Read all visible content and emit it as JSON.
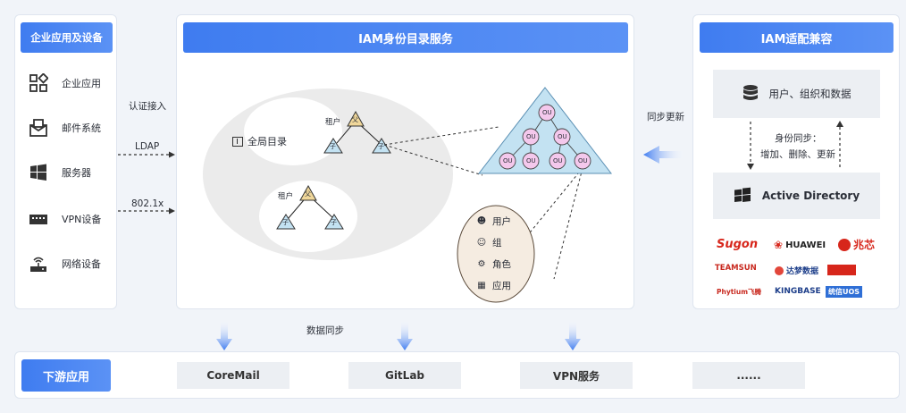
{
  "left_panel": {
    "title": "企业应用及设备",
    "items": [
      {
        "label": "企业应用",
        "icon": "app-grid-icon"
      },
      {
        "label": "邮件系统",
        "icon": "mail-icon"
      },
      {
        "label": "服务器",
        "icon": "windows-icon"
      },
      {
        "label": "VPN设备",
        "icon": "vpn-device-icon"
      },
      {
        "label": "网络设备",
        "icon": "router-icon"
      }
    ]
  },
  "connectors": {
    "auth_label": "认证接入",
    "ldap": "LDAP",
    "dot1x": "802.1x",
    "sync_update": "同步更新",
    "data_sync": "数据同步"
  },
  "center_panel": {
    "title": "IAM身份目录服务",
    "global_dir": "全局目录",
    "tenant_label": "租户",
    "parent_char": "父",
    "child_char": "子",
    "ou": "OU",
    "attributes": [
      "用户",
      "组",
      "角色",
      "应用"
    ]
  },
  "right_panel": {
    "title": "IAM适配兼容",
    "data_box": "用户、组织和数据",
    "sync_line1": "身份同步：",
    "sync_line2": "增加、删除、更新",
    "ad_box": "Active Directory",
    "brands": [
      "Sugon",
      "HUAWEI",
      "兆芯",
      "TEAMSUN",
      "达梦数据",
      "KINGBASE",
      "Phytium飞腾",
      "统信UOS"
    ]
  },
  "bottom": {
    "title": "下游应用",
    "apps": [
      "CoreMail",
      "GitLab",
      "VPN服务",
      "......"
    ]
  },
  "colors": {
    "accent": "#3f7cf0",
    "triangle": "#c3e2f2",
    "node": "#f4c8ec",
    "tenant_tri": "#f0d79a"
  }
}
